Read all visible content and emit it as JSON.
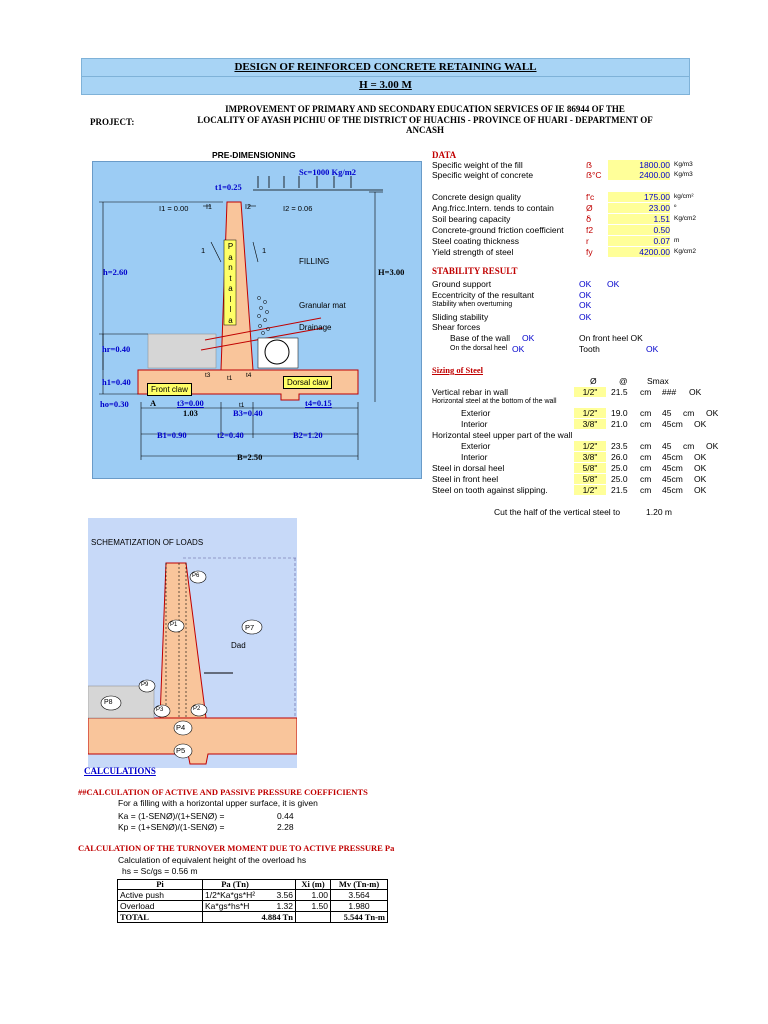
{
  "header": {
    "title": "DESIGN OF REINFORCED CONCRETE RETAINING WALL",
    "height": "H = 3.00 M"
  },
  "project": {
    "label": "PROJECT:",
    "line1": "IMPROVEMENT OF PRIMARY AND SECONDARY EDUCATION SERVICES OF IE 86944 OF THE",
    "line2": "LOCALITY OF AYASH PICHIU OF THE DISTRICT OF HUACHIS - PROVINCE OF HUARI - DEPARTMENT OF",
    "line3": "ANCASH"
  },
  "predim": {
    "title": "PRE-DIMENSIONING",
    "sc": "Sc=1000 Kg/m2",
    "t1": "t1=0.25",
    "i1": "I1 = 0.00",
    "i1b": "I1",
    "i2b": "I2",
    "i2": "I2 = 0.06",
    "one_a": "1",
    "one_b": "1",
    "pantalla": [
      "P",
      "a",
      "n",
      "t",
      "a",
      "l",
      "l",
      "a"
    ],
    "filling": "FILLING",
    "granular": "Granular mat",
    "drainage": "Drainage",
    "h": "h=2.60",
    "H": "H=3.00",
    "hr": "hr=0.40",
    "h1": "h1=0.40",
    "ho": "ho=0.30",
    "A": "A",
    "t3_small": "t3",
    "t1_small": "t1",
    "t4_small": "t4",
    "t1_small2": "t1",
    "front_claw": "Front claw",
    "dorsal_claw": "Dorsal claw",
    "t3": "t3=0.00",
    "t4": "t4=0.15",
    "v103": "1.03",
    "B3": "B3=0.40",
    "B1": "B1=0.90",
    "t2": "t2=0.40",
    "B2": "B2=1.20",
    "B": "B=2.50"
  },
  "data": {
    "title": "DATA",
    "rows": [
      {
        "label": "Specific weight of the fill",
        "sym": "ẞ",
        "value": "1800.00",
        "unit": "Kg/m3"
      },
      {
        "label": "Specific weight of concrete",
        "sym": "ẞ°C",
        "value": "2400.00",
        "unit": "Kg/m3"
      },
      {
        "label": "Concrete design quality",
        "sym": "f'c",
        "value": "175.00",
        "unit": "kg/cm²"
      },
      {
        "label": "Ang.fricc.Intern. tends to contain",
        "sym": "Ø",
        "value": "23.00",
        "unit": "º"
      },
      {
        "label": "Soil bearing capacity",
        "sym": "ẟ",
        "value": "1.51",
        "unit": "Kg/cm2"
      },
      {
        "label": "Concrete-ground friction coefficient",
        "sym": "f2",
        "value": "0.50",
        "unit": ""
      },
      {
        "label": "Steel coating thickness",
        "sym": "r",
        "value": "0.07",
        "unit": "m"
      },
      {
        "label": "Yield strength of steel",
        "sym": "fy",
        "value": "4200.00",
        "unit": "Kg/cm2"
      }
    ]
  },
  "stability": {
    "title": "STABILITY RESULT",
    "ground": "Ground support",
    "ground_ok1": "OK",
    "ground_ok2": "OK",
    "ecc": "Eccentricity of the resultant",
    "ecc_ok": "OK",
    "overturn": "Stability when overturning",
    "overturn_ok": "OK",
    "sliding": "Sliding stability",
    "sliding_ok": "OK",
    "shear": "Shear forces",
    "base": "Base of the wall",
    "base_ok": "OK",
    "front_heel": "On front heel OK",
    "dorsal_heel": "On the dorsal heel",
    "dorsal_ok": "OK",
    "tooth": "Tooth",
    "tooth_ok": "OK"
  },
  "steel": {
    "title": "Sizing of Steel",
    "col_diam": "Ø",
    "col_at": "@",
    "col_smax": "Smax",
    "vertical": "Vertical rebar in wall",
    "vertical_d": "1/2\"",
    "vertical_s": "21.5",
    "vertical_u": "cm",
    "vertical_x": "###",
    "vertical_ok": "OK",
    "horiz_bottom": "Horizontal steel at the bottom of the wall",
    "ext1": "Exterior",
    "ext1_d": "1/2\"",
    "ext1_s": "19.0",
    "ext1_u": "cm",
    "ext1_m": "45",
    "ext1_u2": "cm",
    "ext1_ok": "OK",
    "int1": "Interior",
    "int1_d": "3/8\"",
    "int1_s": "21.0",
    "int1_u": "cm",
    "int1_m": "45cm",
    "int1_ok": "OK",
    "horiz_upper": "Horizontal steel upper part of the wall",
    "ext2": "Exterior",
    "ext2_d": "1/2\"",
    "ext2_s": "23.5",
    "ext2_u": "cm",
    "ext2_m": "45",
    "ext2_u2": "cm",
    "ext2_ok": "OK",
    "int2": "Interior",
    "int2_d": "3/8\"",
    "int2_s": "26.0",
    "int2_u": "cm",
    "int2_m": "45cm",
    "int2_ok": "OK",
    "dorsal": "Steel in dorsal heel",
    "dorsal_d": "5/8\"",
    "dorsal_s": "25.0",
    "dorsal_u": "cm",
    "dorsal_m": "45cm",
    "dorsal_ok": "OK",
    "front": "Steel in front heel",
    "front_d": "5/8\"",
    "front_s": "25.0",
    "front_u": "cm",
    "front_m": "45cm",
    "front_ok": "OK",
    "tooth": "Steel on tooth against slipping.",
    "tooth_d": "1/2\"",
    "tooth_s": "21.5",
    "tooth_u": "cm",
    "tooth_m": "45cm",
    "tooth_ok": "OK",
    "cut": "Cut the half of the vertical steel to",
    "cut_v": "1.20 m"
  },
  "loads": {
    "title": "SCHEMATIZATION OF LOADS",
    "p1": "P1",
    "p2": "P2",
    "p3": "P3",
    "p4": "P4",
    "p5": "P5",
    "p6": "P6",
    "p7": "P7",
    "p8": "P8",
    "p9": "P9",
    "dad": "Dad"
  },
  "calc": {
    "title": "CALCULATIONS",
    "coef_title": "##CALCULATION OF ACTIVE AND PASSIVE PRESSURE COEFFICIENTS",
    "coef_intro": "For a filling with a horizontal upper surface, it is given",
    "ka_label": "Ka = (1-SENØ)/(1+SENØ) =",
    "ka": "0.44",
    "kp_label": "Kp = (1+SENØ)/(1-SENØ) =",
    "kp": "2.28",
    "turn_title": "CALCULATION OF THE TURNOVER MOMENT DUE TO ACTIVE PRESSURE Pa",
    "turn_intro": "Calculation of equivalent height of the overload hs",
    "hs": "hs = Sc/gs = 0.56  m",
    "table_head": [
      "Pi",
      "Pa (Tn)",
      "",
      "Xi (m)",
      "Mv (Tn-m)"
    ],
    "rows": [
      [
        "Active push",
        "1/2*Ka*gs*H²",
        "3.56",
        "1.00",
        "3.564"
      ],
      [
        "Overload",
        "Ka*gs*hs*H",
        "1.32",
        "1.50",
        "1.980"
      ]
    ],
    "total": [
      "TOTAL",
      "4.884 Tn",
      "",
      "5.544 Tn-m"
    ]
  }
}
